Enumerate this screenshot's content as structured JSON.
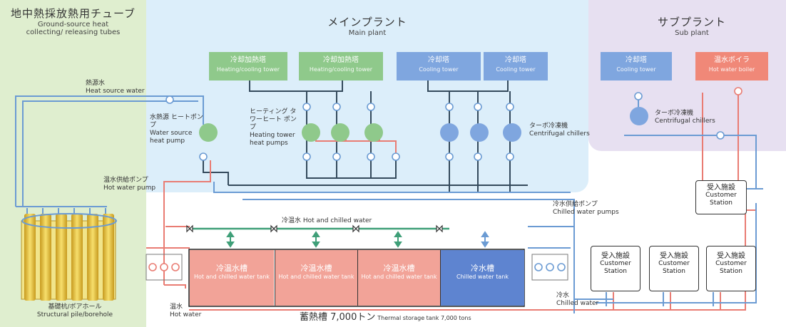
{
  "colors": {
    "ground_zone": "#dfeecf",
    "main_zone": "#dceefa",
    "sub_zone": "#e7e0f1",
    "green_unit": "#8fc98b",
    "blue_unit": "#7fa6df",
    "orange_unit": "#f08878",
    "red_line": "#e97c73",
    "blue_line": "#6b9bd3",
    "dark_line": "#344a5c",
    "green_line": "#3f9f78",
    "tank_red": "#f2a398",
    "tank_blue": "#5e84d0"
  },
  "ground": {
    "title_jp": "地中熱採放熱用チューブ",
    "title_en": "Ground-source heat collecting/ releasing tubes",
    "heat_source_jp": "熱源水",
    "heat_source_en": "Heat source water",
    "pile_jp": "基礎杭/ボアホール",
    "pile_en": "Structural pile/borehole"
  },
  "main": {
    "title_jp": "メインプラント",
    "title_en": "Main plant",
    "towers": [
      {
        "jp": "冷却加熱塔",
        "en": "Heating/cooling tower"
      },
      {
        "jp": "冷却加熱塔",
        "en": "Heating/cooling tower"
      },
      {
        "jp": "冷却塔",
        "en": "Cooling tower"
      },
      {
        "jp": "冷却塔",
        "en": "Cooling tower"
      }
    ],
    "water_hp_jp": "水熱源 ヒートポンプ",
    "water_hp_en": "Water source heat pump",
    "htower_hp_jp": "ヒーティング タワーヒート ポンプ",
    "htower_hp_en": "Heating tower heat pumps",
    "turbo_jp": "ターボ冷凍機",
    "turbo_en": "Centrifugal chillers",
    "hot_pump_jp": "温水供給ポンプ",
    "hot_pump_en": "Hot water pump",
    "chilled_pump_jp": "冷水供給ポンプ",
    "chilled_pump_en": "Chilled water pumps",
    "hot_chilled_label": "冷温水 Hot and chilled water",
    "tanks": [
      {
        "jp": "冷温水槽",
        "en": "Hot and chilled water tank"
      },
      {
        "jp": "冷温水槽",
        "en": "Hot and chilled water tank"
      },
      {
        "jp": "冷温水槽",
        "en": "Hot and chilled water tank"
      },
      {
        "jp": "冷水槽",
        "en": "Chilled water tank"
      }
    ],
    "storage_jp": "蓄熱槽 7,000トン",
    "storage_en": "Thermal storage tank 7,000 tons",
    "hot_water_jp": "温水",
    "hot_water_en": "Hot water",
    "chilled_water_jp": "冷水",
    "chilled_water_en": "Chilled water"
  },
  "sub": {
    "title_jp": "サブプラント",
    "title_en": "Sub plant",
    "cooling_tower": {
      "jp": "冷却塔",
      "en": "Cooling tower"
    },
    "boiler": {
      "jp": "温水ボイラ",
      "en": "Hot water boiler"
    },
    "turbo_jp": "ターボ冷凍機",
    "turbo_en": "Centrifugal chillers"
  },
  "stations": [
    {
      "jp": "受入施設",
      "en": "Customer Station"
    },
    {
      "jp": "受入施設",
      "en": "Customer Station"
    },
    {
      "jp": "受入施設",
      "en": "Customer Station"
    },
    {
      "jp": "受入施設",
      "en": "Customer Station"
    }
  ]
}
